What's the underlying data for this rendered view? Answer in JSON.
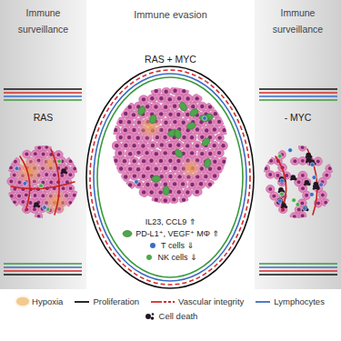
{
  "diagram": {
    "nodes": [
      {
        "text": [
          "Immune surveillance",
          "RAS"
        ]
      },
      {
        "text": [
          "Immune evasion",
          "RAS + MYC"
        ]
      },
      {
        "text": [
          "Immune surveillance",
          "- MYC"
        ]
      }
    ],
    "labels": [
      "IL23, CCL9 ⇑",
      "PD-L1⁺, VEGF⁺ MΦ ⇑",
      "T cells ⇓",
      "NK cells ⇓"
    ],
    "legend": [
      {
        "text": "Hypoxia",
        "color": "#f2c98e"
      },
      {
        "text": "Proliferation"
      },
      {
        "text": "Vascular integrity"
      },
      {
        "text": "Lymphocytes"
      },
      {
        "text": "Cell death"
      }
    ]
  }
}
